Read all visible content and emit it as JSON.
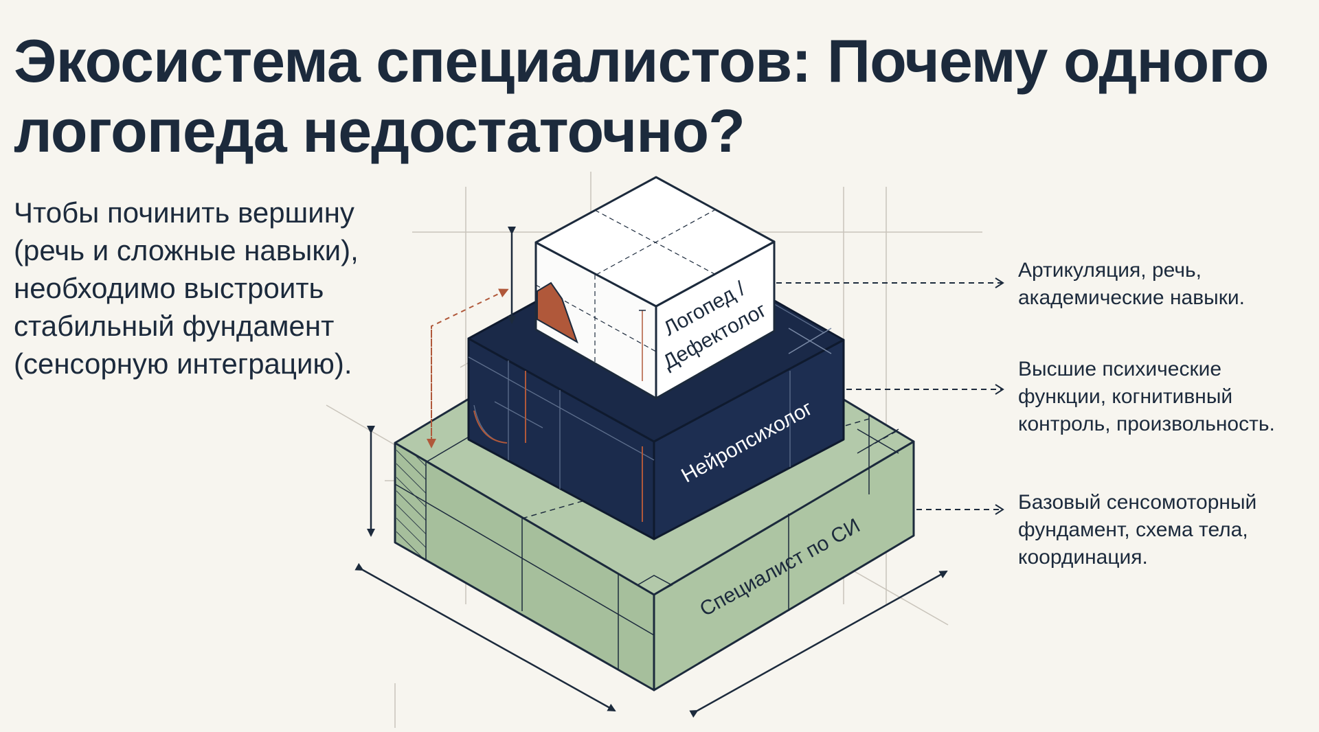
{
  "title": "Экосистема специалистов: Почему одного логопеда недостаточно?",
  "intro": "Чтобы починить вершину (речь и сложные навыки), необходимо выстроить стабильный фундамент (сенсорную интеграцию).",
  "tiers": {
    "top": {
      "label_line1": "Логопед /",
      "label_line2": "Дефектолог",
      "note": "Артикуляция, речь, академические навыки."
    },
    "middle": {
      "label": "Нейропсихолог",
      "note": "Высшие психические функции, когнитивный контроль, произвольность."
    },
    "base": {
      "label": "Специалист по СИ",
      "note": "Базовый сенсомоторный фундамент, схема тела, координация."
    }
  },
  "colors": {
    "background": "#f7f5ef",
    "text": "#1c2a3c",
    "top_block": "#ffffff",
    "middle_block": "#1b2b4c",
    "base_block": "#a9c19f",
    "accent": "#b0583a"
  }
}
